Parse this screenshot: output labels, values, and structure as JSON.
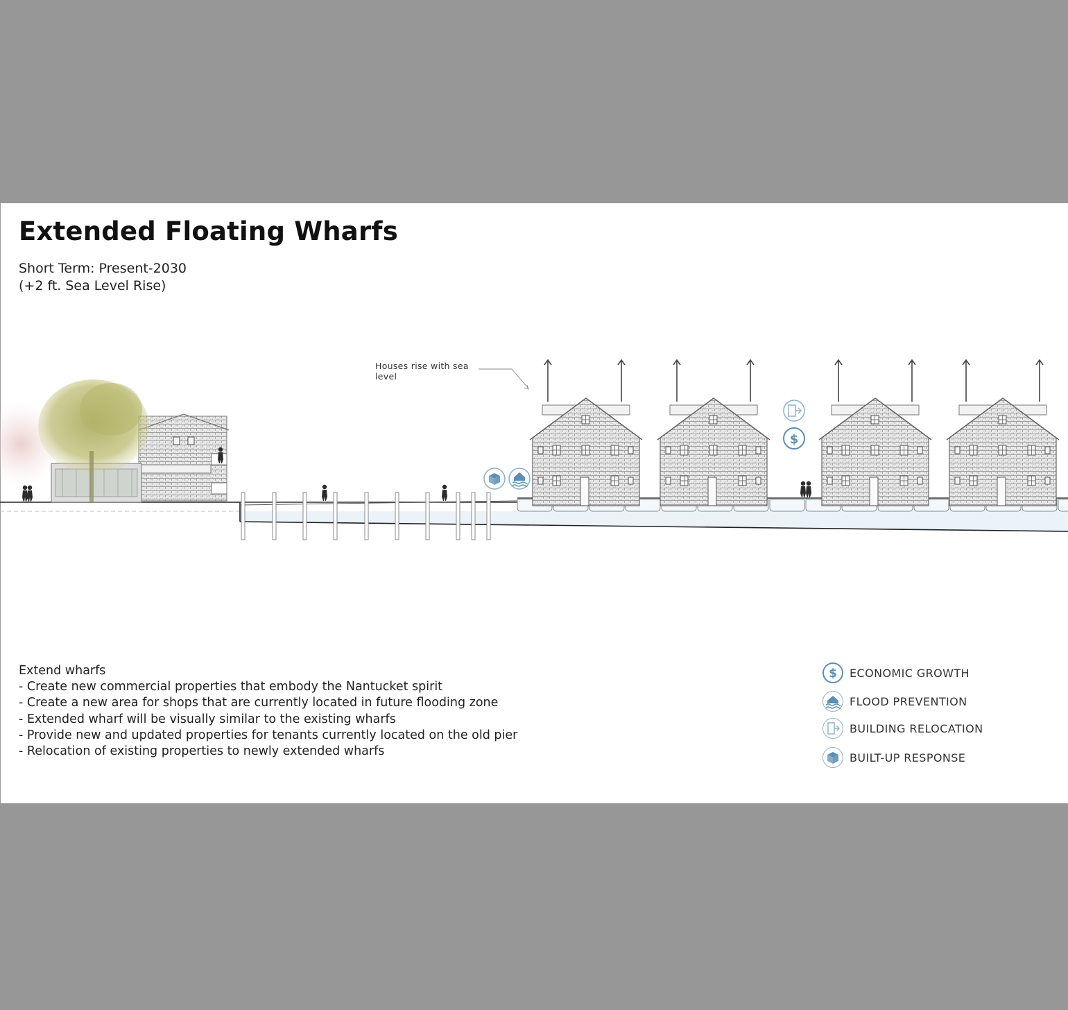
{
  "title": "Extended Floating Wharfs",
  "subtitle": {
    "line1": "Short Term: Present-2030",
    "line2": "(+2 ft. Sea Level Rise)"
  },
  "annotation": "Houses rise with sea level",
  "description": {
    "heading": "Extend wharfs",
    "bullets": [
      "- Create new commercial properties that embody the Nantucket spirit",
      "- Create a new area for shops that are currently located in future flooding zone",
      "- Extended wharf will be visually similar to the existing wharfs",
      "- Provide new and updated properties for tenants currently located on the old pier",
      "- Relocation of existing properties to newly extended wharfs"
    ]
  },
  "legend": [
    {
      "icon": "dollar-icon",
      "label": "ECONOMIC GROWTH"
    },
    {
      "icon": "flood-house-icon",
      "label": "FLOOD PREVENTION"
    },
    {
      "icon": "relocation-icon",
      "label": "BUILDING RELOCATION"
    },
    {
      "icon": "cube-icon",
      "label": "BUILT-UP RESPONSE"
    }
  ],
  "colors": {
    "accent": "#5a8fb5",
    "badge_border": "#8fb4cc",
    "background": "#979797",
    "slide": "#ffffff",
    "shingle": "#8a8a8a",
    "tree": "#b9b86b",
    "water": "#e9f1f6"
  }
}
